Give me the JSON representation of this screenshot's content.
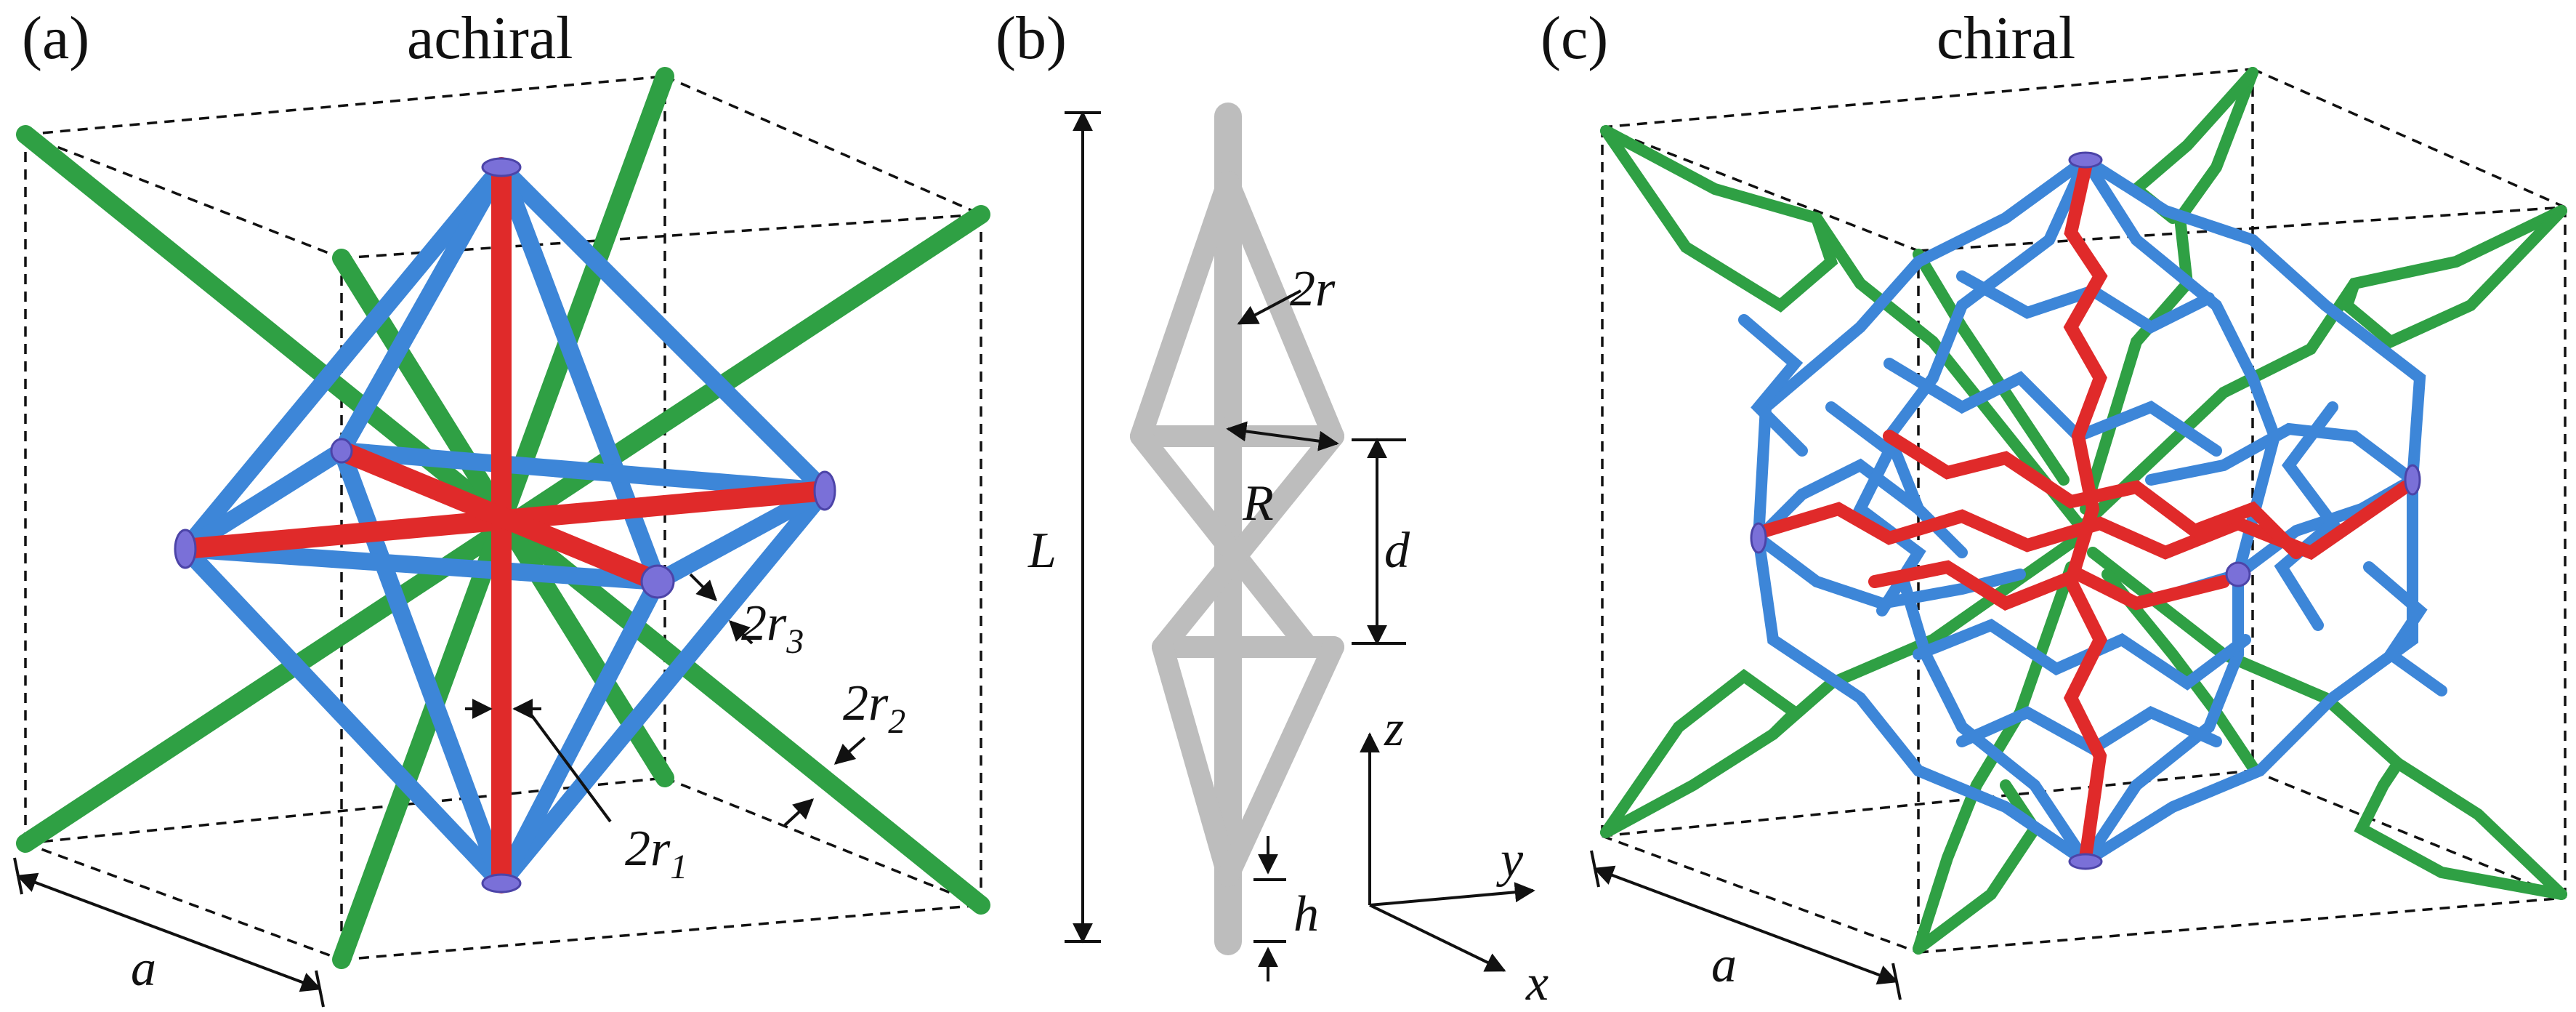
{
  "colors": {
    "green": "#2fa044",
    "blue": "#3d86d8",
    "red": "#e02a2a",
    "gray": "#bdbdbd",
    "node": "#7a70d8"
  },
  "panel_a": {
    "label": "(a)",
    "title": "achiral",
    "r1": "2r",
    "r1_sub": "1",
    "r2": "2r",
    "r2_sub": "2",
    "r3": "2r",
    "r3_sub": "3",
    "a": "a"
  },
  "panel_b": {
    "label": "(b)",
    "L": "L",
    "R": "R",
    "d": "d",
    "h": "h",
    "r": "2r",
    "z": "z",
    "y": "y",
    "x": "x"
  },
  "panel_c": {
    "label": "(c)",
    "title": "chiral",
    "a": "a"
  }
}
